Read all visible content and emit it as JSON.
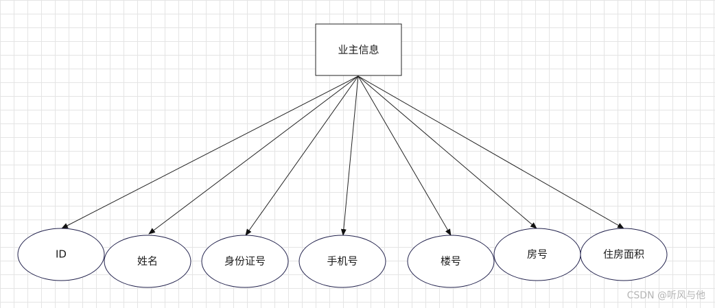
{
  "root": {
    "label": "业主信息"
  },
  "attributes": [
    {
      "label": "ID"
    },
    {
      "label": "姓名"
    },
    {
      "label": "身份证号"
    },
    {
      "label": "手机号"
    },
    {
      "label": "楼号"
    },
    {
      "label": "房号"
    },
    {
      "label": "住房面积"
    }
  ],
  "watermark": "CSDN @听风与他",
  "colors": {
    "line": "#222222",
    "ellipse_stroke": "#1f1f4a",
    "box_stroke": "#222222",
    "grid": "#e4e4e4"
  }
}
